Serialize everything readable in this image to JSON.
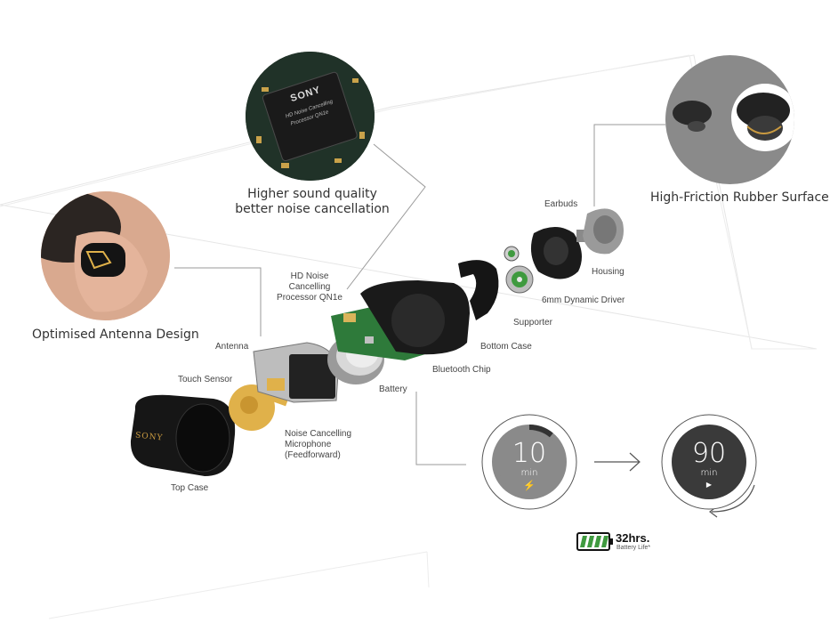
{
  "callouts": {
    "processor_circle": "Higher sound quality\nbetter noise cancellation",
    "antenna_circle": "Optimised Antenna Design",
    "rubber_circle": "High-Friction Rubber Surface"
  },
  "parts": {
    "hd_processor": "HD Noise\nCancelling\nProcessor QN1e",
    "earbuds": "Earbuds",
    "housing": "Housing",
    "driver": "6mm Dynamic Driver",
    "supporter": "Supporter",
    "bottom_case": "Bottom Case",
    "bluetooth_chip": "Bluetooth Chip",
    "battery": "Battery",
    "antenna": "Antenna",
    "touch_sensor": "Touch Sensor",
    "nc_microphone": "Noise Cancelling\nMicrophone\n(Feedforward)",
    "top_case": "Top Case"
  },
  "chip_text": {
    "brand": "SONY",
    "line1": "HD Noise Cancelling",
    "line2": "Processor QN1e"
  },
  "case_logo": "SONY",
  "charge": {
    "quick_minutes": "10",
    "quick_unit": "min",
    "play_minutes": "90",
    "play_unit": "min",
    "fill_fraction": 0.11
  },
  "battery": {
    "hours": "32hrs.",
    "caption": "Battery Life*",
    "bars": 4
  },
  "colors": {
    "dark_circle": "#3a3a3a",
    "grey_circle": "#8a8a8a",
    "gold_accent": "#e0b14a",
    "green_battery": "#3f9a3f",
    "line": "#9a9a9a"
  }
}
